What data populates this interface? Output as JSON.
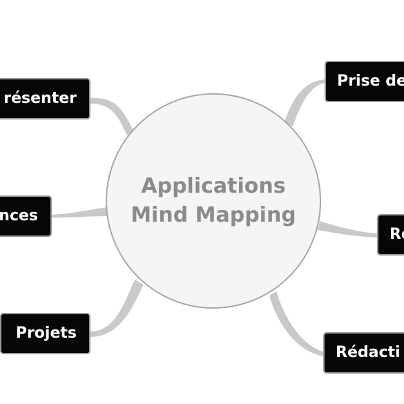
{
  "center": {
    "line1": "Applications",
    "line2": "Mind Mapping"
  },
  "branches": {
    "top_left": "résenter",
    "mid_left": "nces",
    "bottom_left": "Projets",
    "top_right": "Prise de",
    "mid_right": "Ré",
    "bottom_right": "Rédacti"
  },
  "colors": {
    "node_fill": "#060606",
    "node_text": "#ffffff",
    "center_fill": "#f4f5f4",
    "center_text": "#8b8b8b",
    "connector": "#c9c9c9",
    "border": "#9a9a9a"
  }
}
